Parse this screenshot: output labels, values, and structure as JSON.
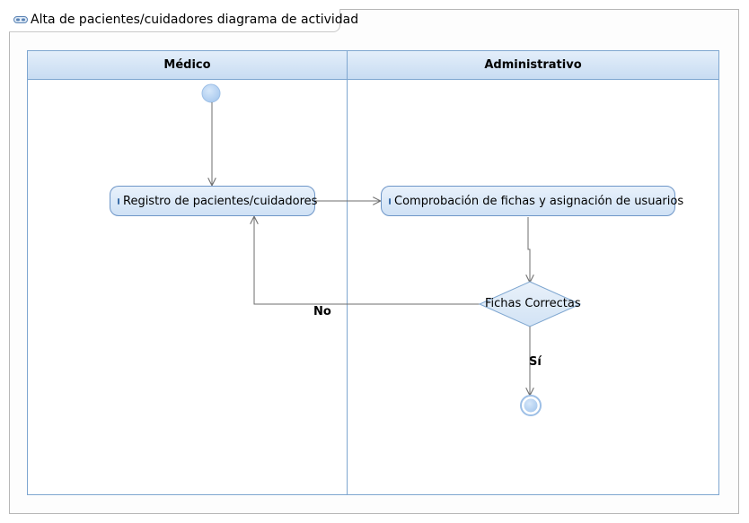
{
  "diagram": {
    "title": "Alta de pacientes/cuidadores diagrama de actividad",
    "lanes": [
      {
        "label": "Médico"
      },
      {
        "label": "Administrativo"
      }
    ],
    "actions": [
      {
        "label": "Registro de pacientes/cuidadores"
      },
      {
        "label": "Comprobación de fichas y asignación de usuarios"
      }
    ],
    "decision": {
      "label": "Fichas Correctas"
    },
    "guards": {
      "no": "No",
      "yes": "Sí"
    }
  },
  "colors": {
    "lane_border": "#7ea6d0",
    "lane_header": "#cfe1f5",
    "node_fill": "#b8d4f2",
    "decision_fill": "#dbe8f6",
    "edge": "#6e6e6e"
  }
}
